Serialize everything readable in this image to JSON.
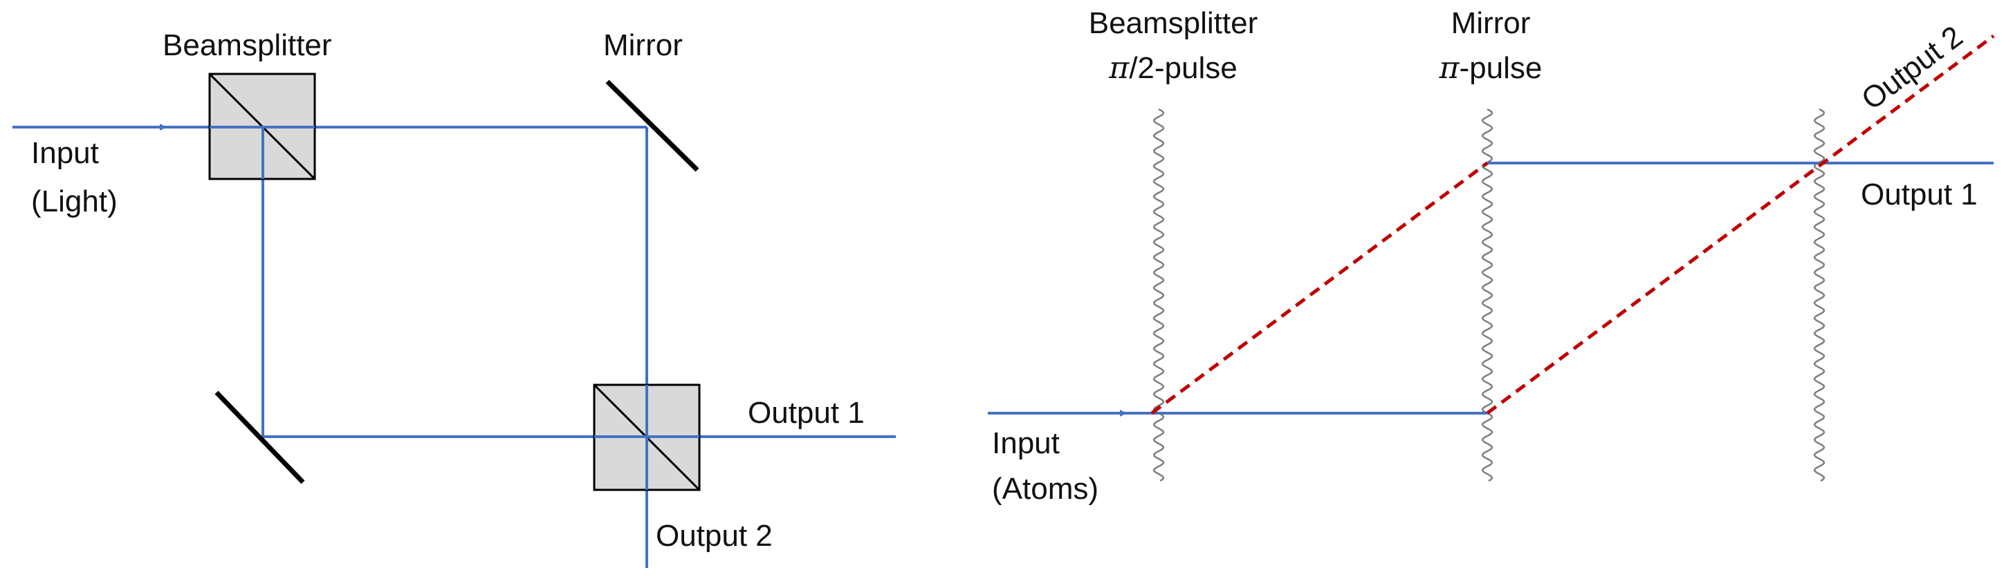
{
  "colors": {
    "beam": "#4472c4",
    "dashed_path": "#c00000",
    "mirror": "#000000",
    "cube_fill": "#d9d9d9",
    "wave": "#7f7f7f"
  },
  "optical": {
    "beamsplitter_label": "Beamsplitter",
    "mirror_label": "Mirror",
    "input_line1": "Input",
    "input_line2": "(Light)",
    "output1_label": "Output 1",
    "output2_label": "Output 2"
  },
  "atom": {
    "beamsplitter_label": "Beamsplitter",
    "beamsplitter_pulse_symbol": "π",
    "beamsplitter_pulse_suffix": "/2-pulse",
    "mirror_label": "Mirror",
    "mirror_pulse_symbol": "π",
    "mirror_pulse_suffix": "-pulse",
    "input_line1": "Input",
    "input_line2": "(Atoms)",
    "output1_label": "Output 1",
    "output2_label": "Output 2"
  }
}
